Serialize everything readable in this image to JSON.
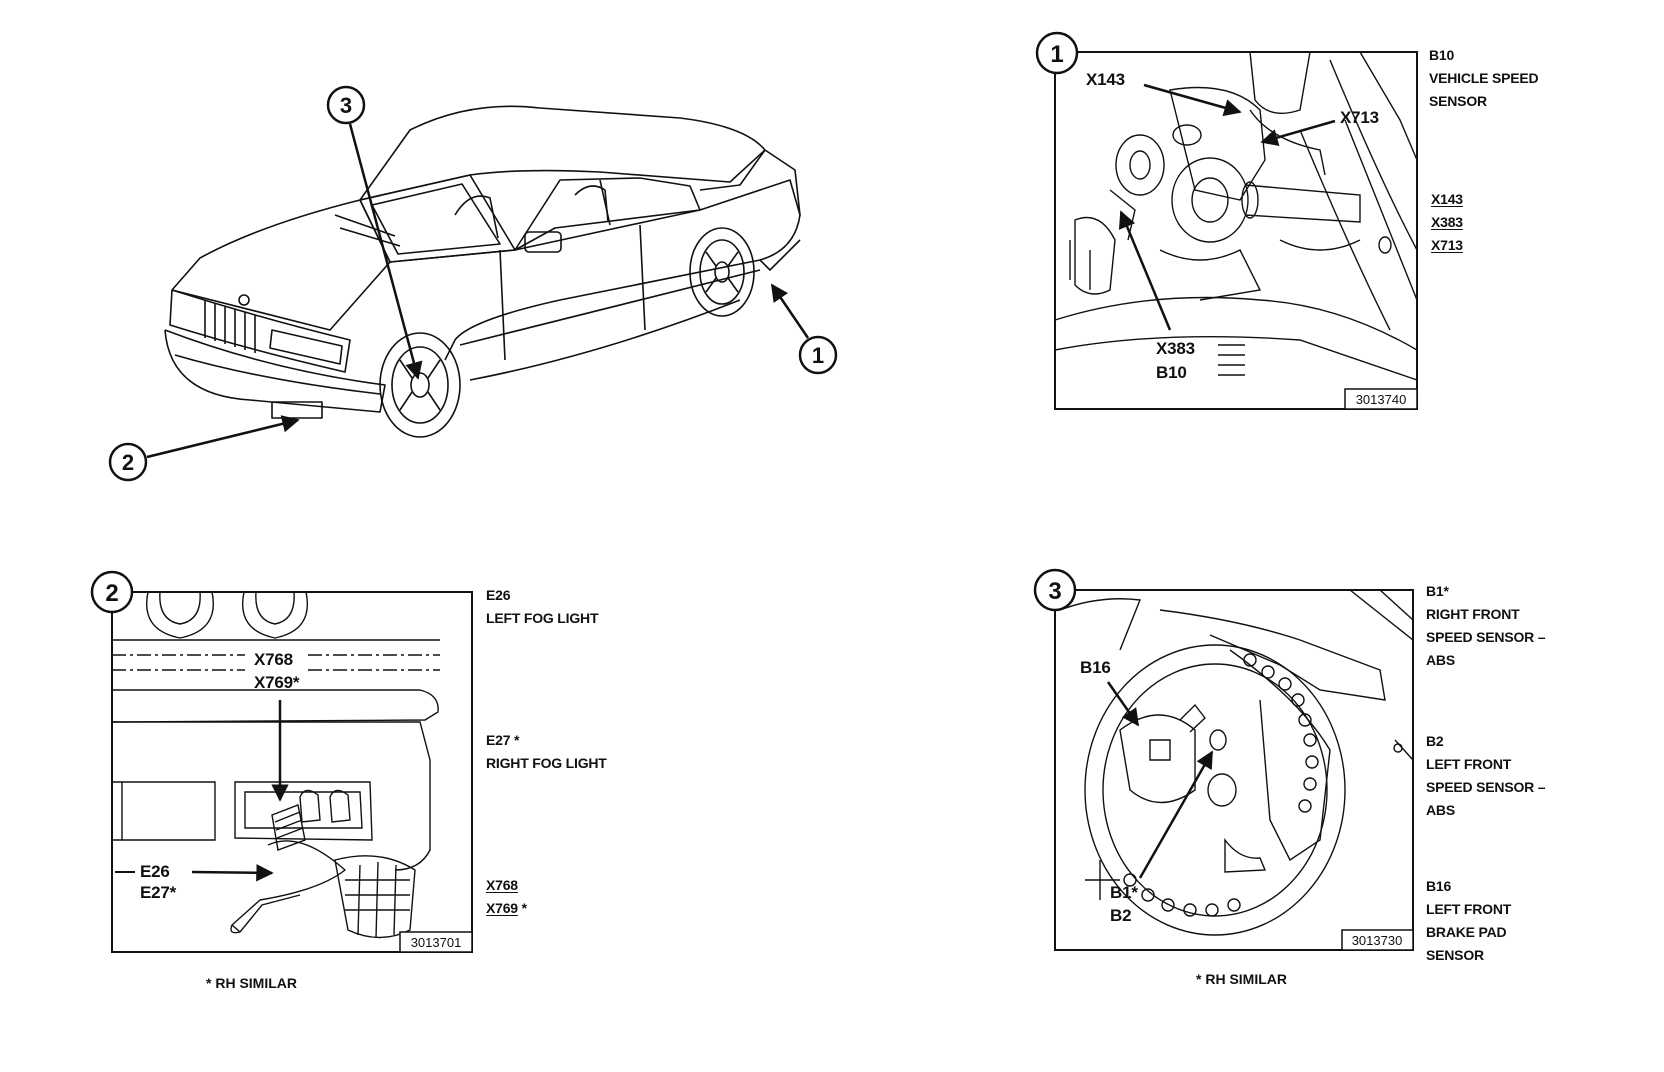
{
  "callouts": {
    "one": "1",
    "two": "2",
    "three": "3"
  },
  "panel1": {
    "figure_number": "3013740",
    "labels": {
      "x143": "X143",
      "x713": "X713",
      "x383": "X383",
      "b10": "B10"
    },
    "legend": {
      "component_code": "B10",
      "component_line1": "VEHICLE SPEED",
      "component_line2": "SENSOR",
      "connectors": [
        "X143",
        "X383",
        "X713"
      ]
    }
  },
  "panel2": {
    "figure_number": "3013701",
    "labels": {
      "x768": "X768",
      "x769": "X769*",
      "e26": "E26",
      "e27": "E27*"
    },
    "legend": {
      "e26_code": "E26",
      "e26_name": "LEFT FOG LIGHT",
      "e27_code": "E27 *",
      "e27_name": "RIGHT FOG LIGHT",
      "conn1": "X768",
      "conn2": "X769",
      "conn2_suffix": " *"
    },
    "note": "* RH SIMILAR"
  },
  "panel3": {
    "figure_number": "3013730",
    "labels": {
      "b16": "B16",
      "b1": "B1*",
      "b2": "B2"
    },
    "legend": {
      "b1_code": "B1*",
      "b1_line1": "RIGHT FRONT",
      "b1_line2": "SPEED SENSOR –",
      "b1_line3": "ABS",
      "b2_code": "B2",
      "b2_line1": "LEFT FRONT",
      "b2_line2": "SPEED SENSOR –",
      "b2_line3": "ABS",
      "b16_code": "B16",
      "b16_line1": "LEFT FRONT",
      "b16_line2": "BRAKE PAD",
      "b16_line3": "SENSOR"
    },
    "note": "* RH SIMILAR"
  }
}
